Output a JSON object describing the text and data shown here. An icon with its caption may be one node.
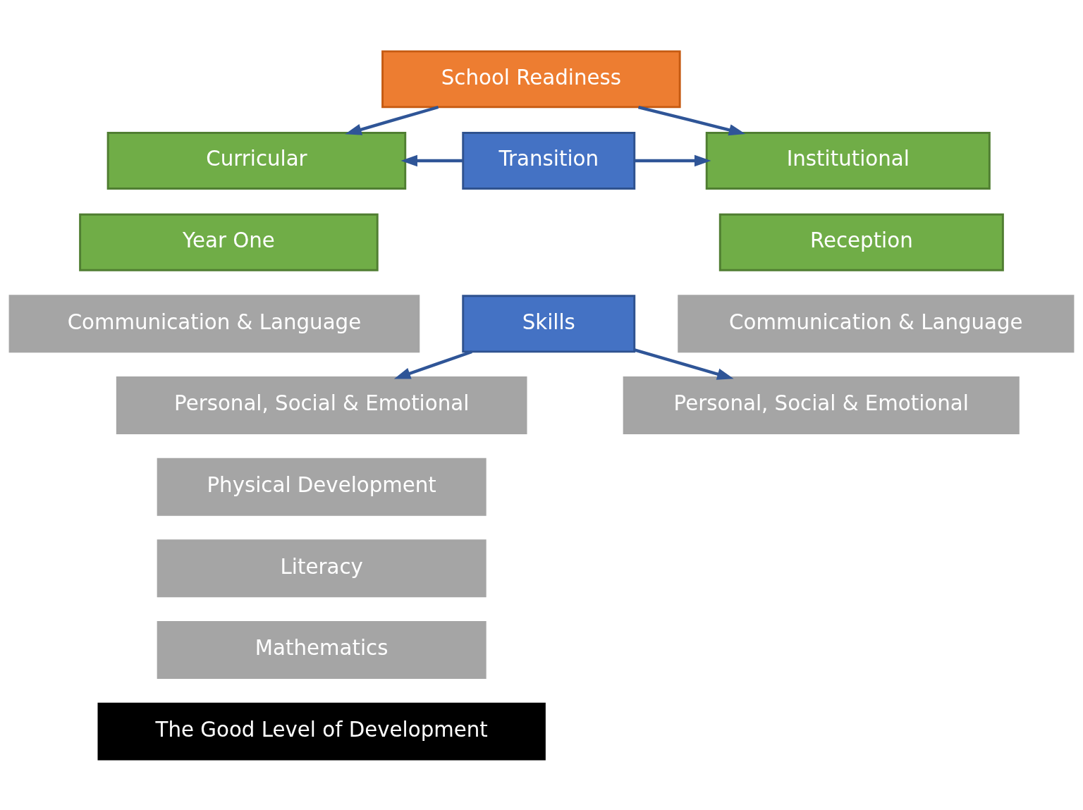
{
  "diagram": {
    "nodes": [
      {
        "text": [
          "School Readiness"
        ]
      },
      {
        "text": [
          "Institutional"
        ]
      },
      {
        "text": [
          "Transition"
        ]
      },
      {
        "text": [
          "Curricular"
        ]
      },
      {
        "text": [
          "Reception"
        ]
      },
      {
        "text": [
          "Year One"
        ]
      },
      {
        "text": [
          "Communication & Language"
        ]
      },
      {
        "text": [
          "Skills"
        ]
      },
      {
        "text": [
          "Communication & Language"
        ]
      },
      {
        "text": [
          "Personal, Social & Emotional"
        ]
      },
      {
        "text": [
          "Personal, Social & Emotional"
        ]
      },
      {
        "text": [
          "Physical Development"
        ]
      },
      {
        "text": [
          "Literacy"
        ]
      },
      {
        "text": [
          "Mathematics"
        ]
      },
      {
        "text": [
          "The Good Level of Development"
        ]
      }
    ],
    "edges": [
      {
        "from": 0,
        "to": 1,
        "arrow": "to"
      },
      {
        "from": 0,
        "to": 3,
        "arrow": "to"
      },
      {
        "from": 2,
        "to": 1,
        "arrow": "to"
      },
      {
        "from": 2,
        "to": 3,
        "arrow": "to"
      },
      {
        "from": 7,
        "to": 9,
        "arrow": "to"
      },
      {
        "from": 7,
        "to": 10,
        "arrow": "to"
      }
    ]
  }
}
